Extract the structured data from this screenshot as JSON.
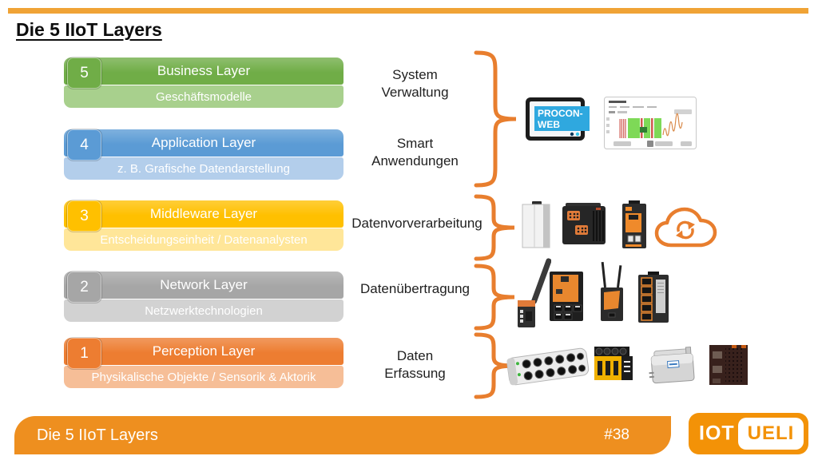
{
  "slide": {
    "title": "Die 5 IIoT Layers"
  },
  "layers": [
    {
      "number": "5",
      "name": "Business Layer",
      "description": "Geschäftsmodelle"
    },
    {
      "number": "4",
      "name": "Application Layer",
      "description": "z. B. Grafische Datendarstellung"
    },
    {
      "number": "3",
      "name": "Middleware Layer",
      "description": "Entscheidungseinheit / Datenanalysten"
    },
    {
      "number": "2",
      "name": "Network Layer",
      "description": "Netzwerktechnologien"
    },
    {
      "number": "1",
      "name": "Perception Layer",
      "description": "Physikalische Objekte / Sensorik & Aktorik"
    }
  ],
  "functions": [
    {
      "line1": "System",
      "line2": "Verwaltung"
    },
    {
      "line1": "Smart",
      "line2": "Anwendungen"
    },
    {
      "line1": "Datenvorverarbeitung",
      "line2": ""
    },
    {
      "line1": "Datenübertragung",
      "line2": ""
    },
    {
      "line1": "Daten",
      "line2": "Erfassung"
    }
  ],
  "images": {
    "procon_web": {
      "line1": "PROCON-",
      "line2": "WEB"
    }
  },
  "footer": {
    "title": "Die 5 IIoT Layers",
    "page_number": "#38",
    "logo": {
      "text_left": "IOT",
      "text_right": "UELI"
    }
  },
  "colors": {
    "top_strip": "#F0A336",
    "business_header": "#70AD47",
    "business_sub": "#A8D08D",
    "application_header": "#5B9BD5",
    "application_sub": "#B3CEEB",
    "middleware_header": "#FFC000",
    "middleware_sub": "#FFE699",
    "network_header": "#A6A6A6",
    "network_sub": "#D2D2D2",
    "perception_header": "#ED7D31",
    "perception_sub": "#F6BE97",
    "brace": "#E87E2E",
    "footer_bar": "#EE8F1F",
    "logo_orange": "#F39207",
    "procon_blue": "#2FA8DF"
  }
}
